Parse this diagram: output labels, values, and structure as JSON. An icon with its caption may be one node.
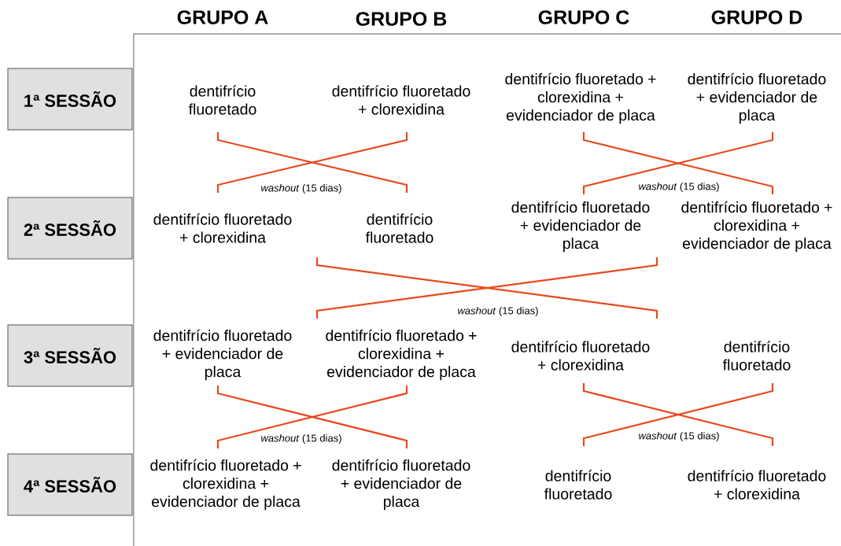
{
  "diagram": {
    "nodes": [
      {
        "text": [
          "1ª SESSÃO"
        ]
      },
      {
        "text": [
          "2ª SESSÃO"
        ]
      },
      {
        "text": [
          "3ª SESSÃO"
        ]
      },
      {
        "text": [
          "4ª SESSÃO"
        ]
      },
      {
        "text": [
          "dentifrício fluoretado"
        ]
      },
      {
        "text": [
          "dentifrício fluoretado + clorexidina"
        ]
      },
      {
        "text": [
          "dentifrício fluoretado + clorexidina + evidenciador de placa"
        ]
      },
      {
        "text": [
          "dentifrício fluoretado + evidenciador de placa"
        ]
      },
      {
        "text": [
          "dentifrício fluoretado + clorexidina"
        ]
      },
      {
        "text": [
          "dentifrício fluoretado"
        ]
      },
      {
        "text": [
          "dentifrício fluoretado + evidenciador de placa"
        ]
      },
      {
        "text": [
          "dentifrício fluoretado + clorexidina + evidenciador de placa"
        ]
      },
      {
        "text": [
          "dentifrício fluoretado + evidenciador de placa"
        ]
      },
      {
        "text": [
          "dentifrício fluoretado + clorexidina + evidenciador de placa"
        ]
      },
      {
        "text": [
          "dentifrício fluoretado + clorexidina"
        ]
      },
      {
        "text": [
          "dentifrício fluoretado"
        ]
      },
      {
        "text": [
          "dentifrício fluoretado + clorexidina + evidenciador de placa"
        ]
      },
      {
        "text": [
          "dentifrício fluoretado + evidenciador de placa"
        ]
      },
      {
        "text": [
          "dentifrício fluoretado"
        ]
      },
      {
        "text": [
          "dentifrício fluoretado + clorexidina"
        ]
      }
    ],
    "edges": [
      {
        "from": 4,
        "to": 9,
        "arrow": "none"
      },
      {
        "from": 5,
        "to": 8,
        "arrow": "none"
      },
      {
        "from": 6,
        "to": 11,
        "arrow": "none"
      },
      {
        "from": 7,
        "to": 10,
        "arrow": "none"
      },
      {
        "from": 8,
        "to": 14,
        "arrow": "none"
      },
      {
        "from": 10,
        "to": 13,
        "arrow": "none"
      },
      {
        "from": 12,
        "to": 17,
        "arrow": "none"
      },
      {
        "from": 13,
        "to": 16,
        "arrow": "none"
      },
      {
        "from": 14,
        "to": 19,
        "arrow": "none"
      },
      {
        "from": 15,
        "to": 18,
        "arrow": "none"
      }
    ],
    "labels": [
      "GRUPO A",
      "GRUPO B",
      "GRUPO C",
      "GRUPO D",
      "*washout* (15 dias)",
      "*washout* (15 dias)",
      "*washout* (15 dias)",
      "*washout* (15 dias)",
      "*washout* (15 dias)"
    ]
  }
}
